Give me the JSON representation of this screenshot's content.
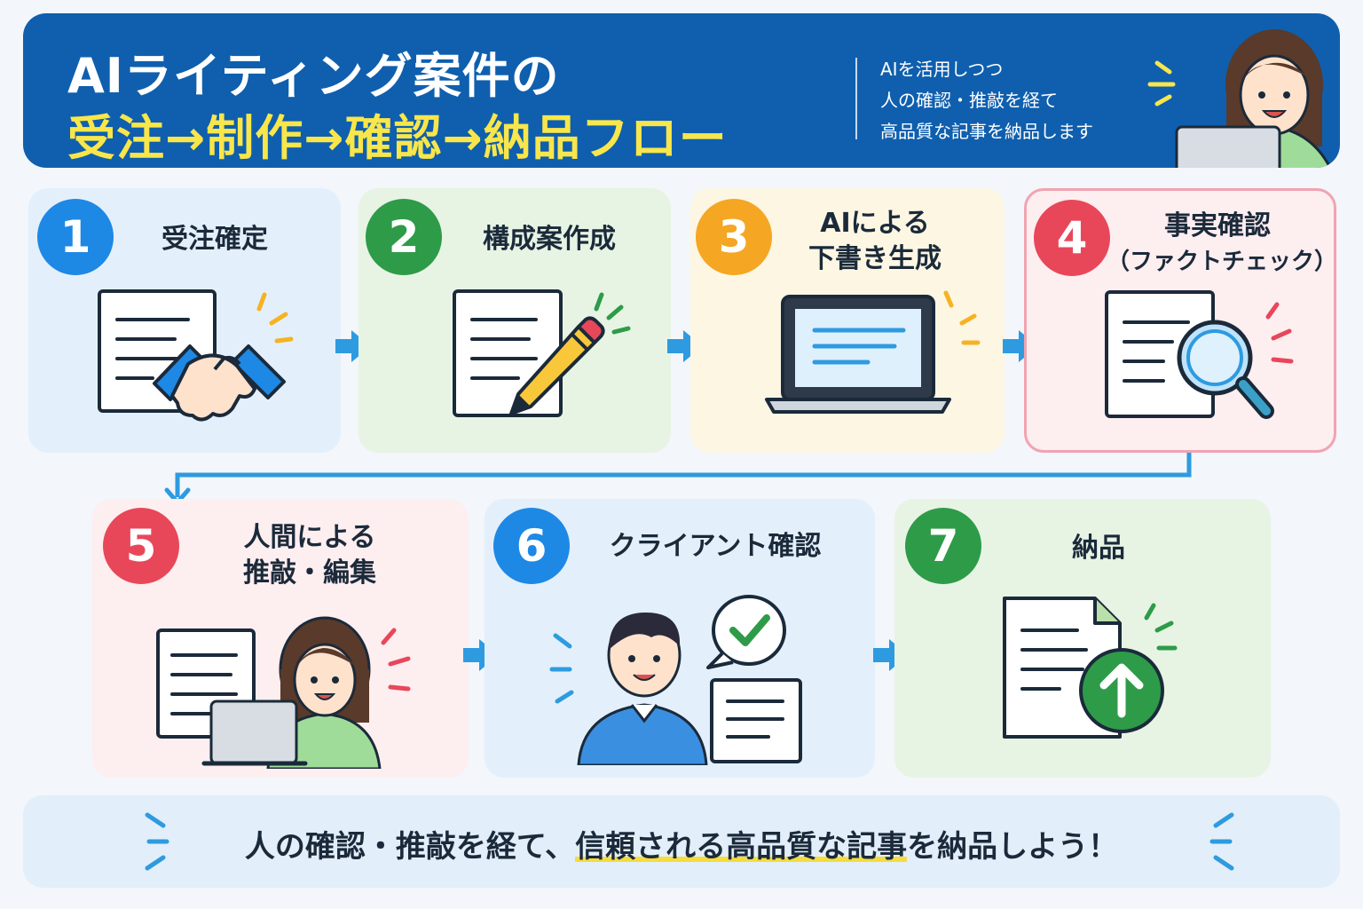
{
  "header": {
    "title_line1": "AIライティング案件の",
    "title_line2": "受注→制作→確認→納品フロー",
    "subtitle_lines": [
      "AIを活用しつつ",
      "人の確認・推敲を経て",
      "高品質な記事を納品します"
    ]
  },
  "steps": [
    {
      "number": "1",
      "label_lines": [
        "受注確定"
      ],
      "icon": "handshake-icon"
    },
    {
      "number": "2",
      "label_lines": [
        "構成案作成"
      ],
      "icon": "pencil-document-icon"
    },
    {
      "number": "3",
      "label_lines": [
        "AIによる",
        "下書き生成"
      ],
      "icon": "laptop-icon"
    },
    {
      "number": "4",
      "label_lines": [
        "事実確認",
        "（ファクトチェック）"
      ],
      "icon": "magnifier-icon"
    },
    {
      "number": "5",
      "label_lines": [
        "人間による",
        "推敲・編集"
      ],
      "icon": "editor-person-icon"
    },
    {
      "number": "6",
      "label_lines": [
        "クライアント確認"
      ],
      "icon": "client-check-icon"
    },
    {
      "number": "7",
      "label_lines": [
        "納品"
      ],
      "icon": "upload-document-icon"
    }
  ],
  "footer": {
    "text_before": "人の確認・推敲を経て、",
    "text_highlight": "信頼される高品質な記事",
    "text_after": "を納品しよう！"
  },
  "colors": {
    "header_bg": "#0f5fae",
    "title_accent": "#f8e64a",
    "blue": "#1e88e5",
    "green": "#2e9b48",
    "orange": "#f5a623",
    "red": "#e8475a"
  }
}
